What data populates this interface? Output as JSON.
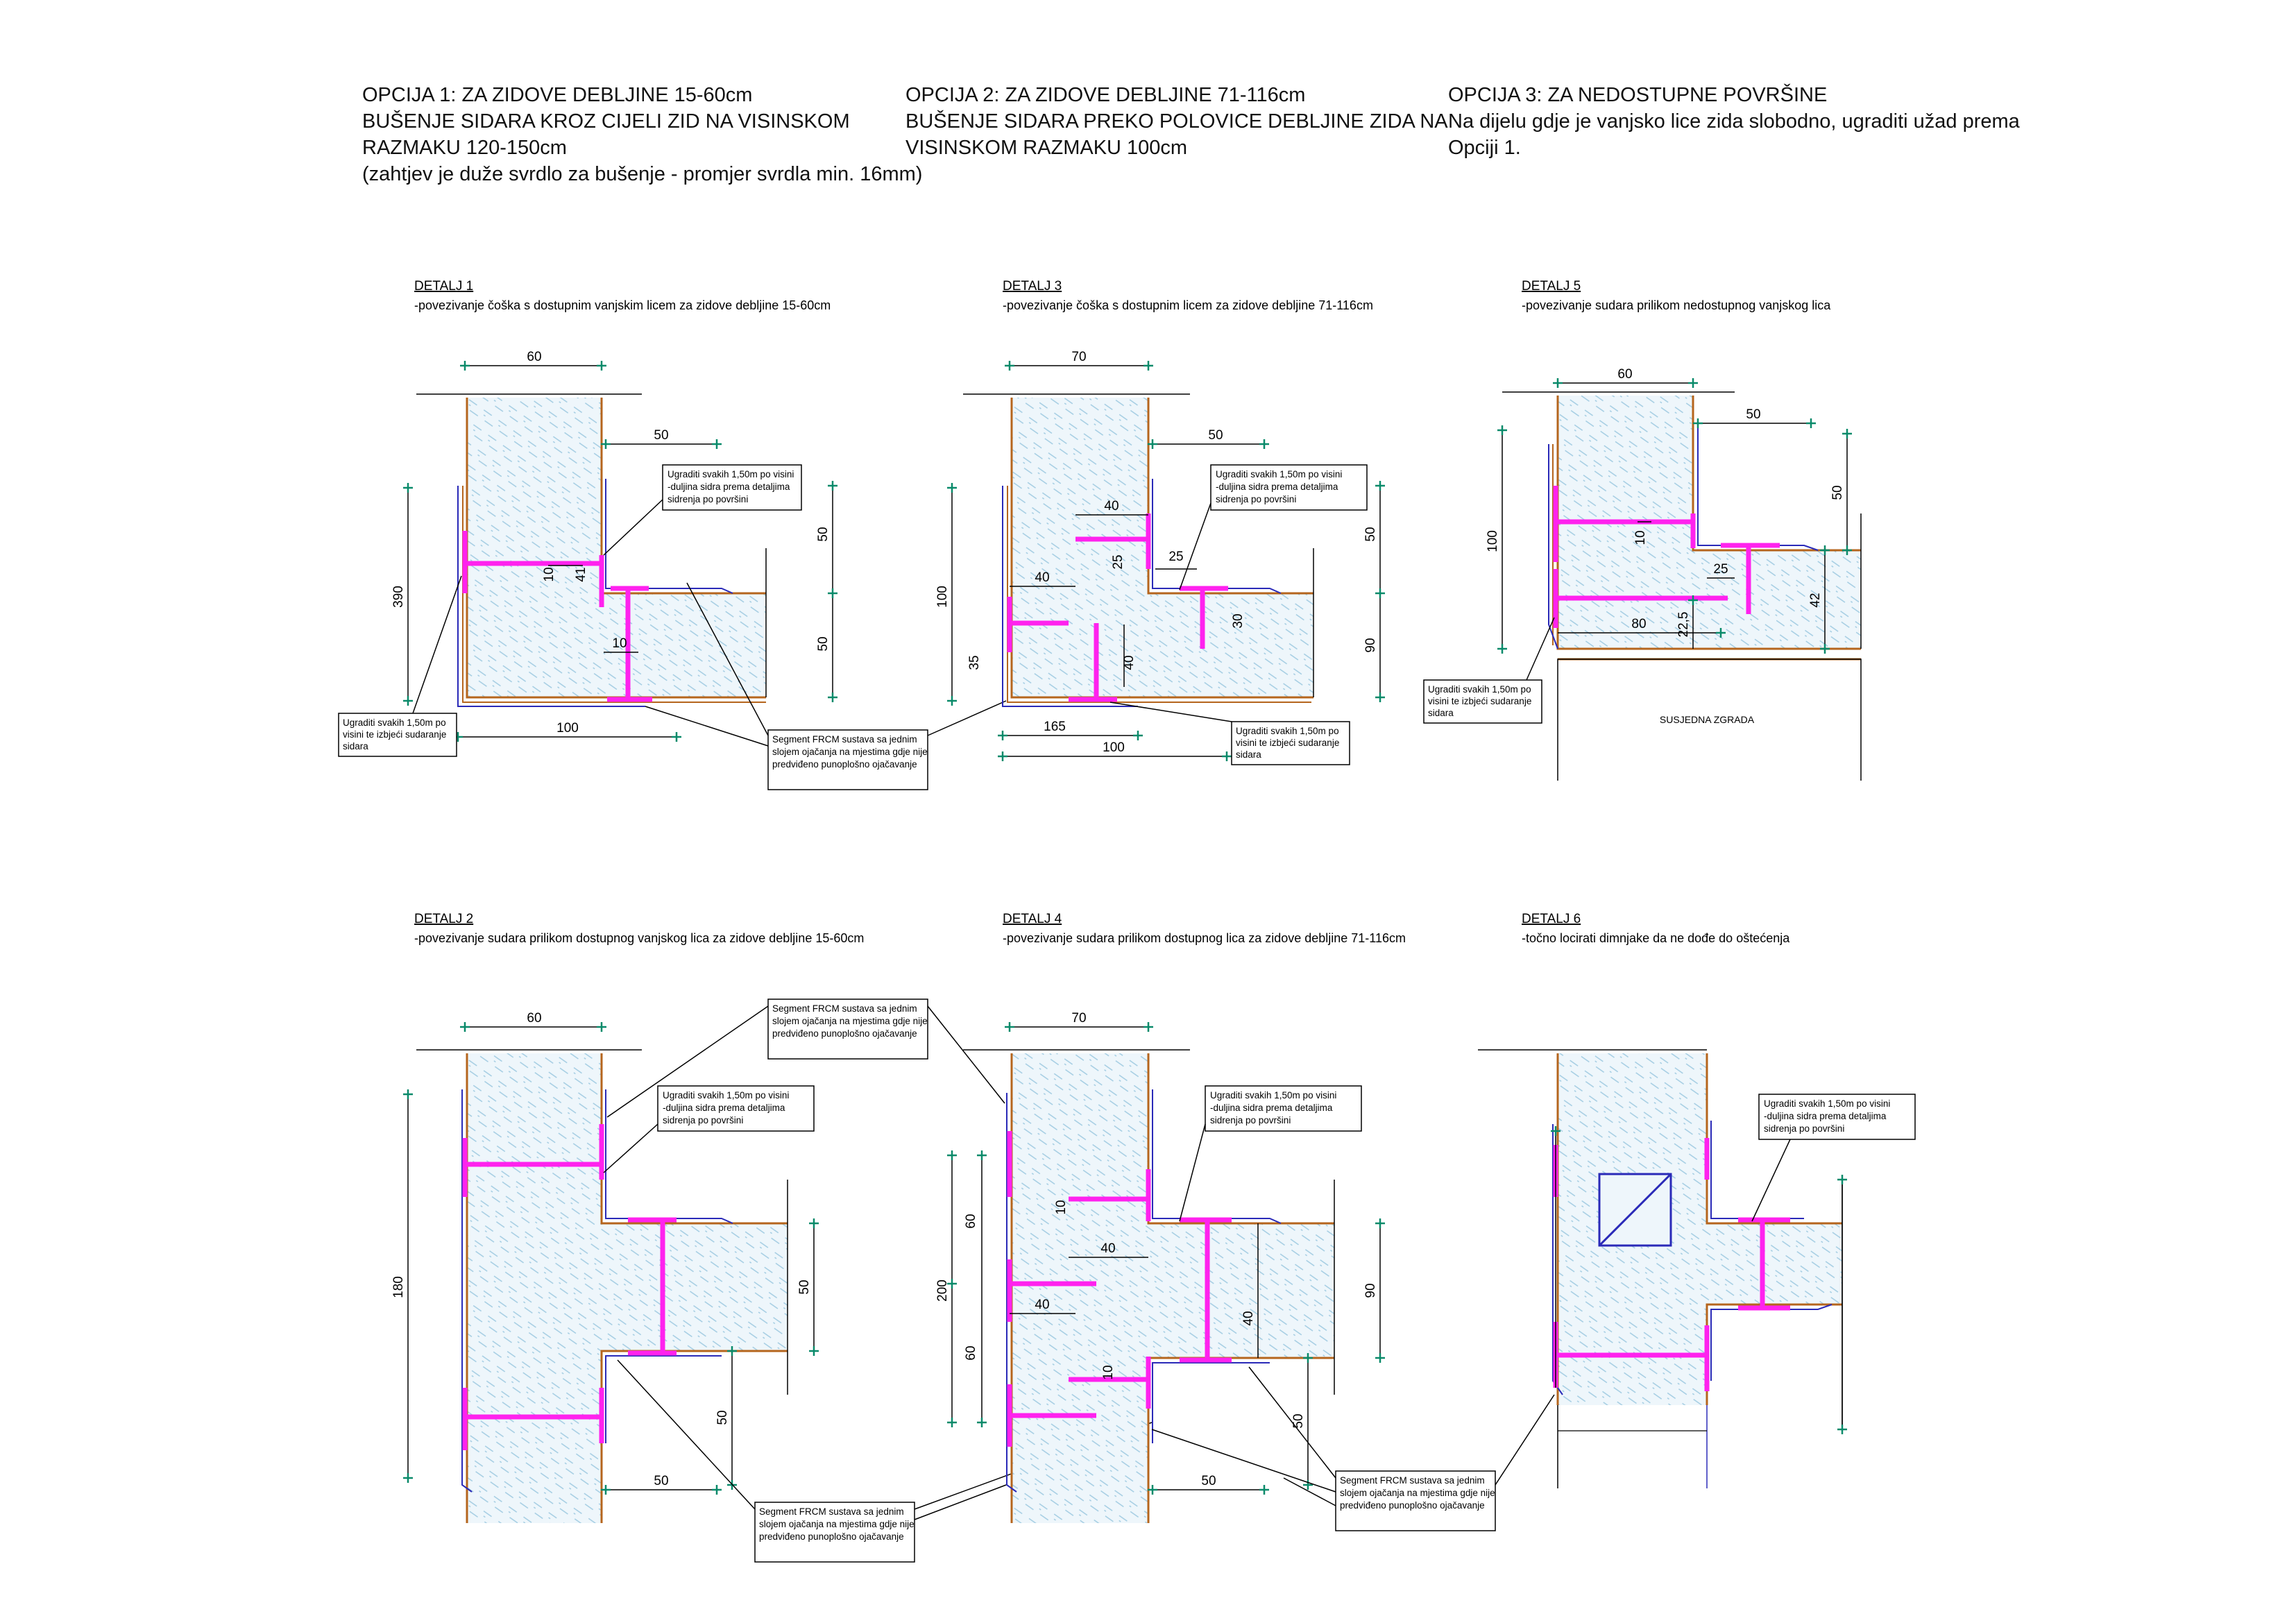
{
  "headers": [
    {
      "lines": [
        "OPCIJA 1: ZA ZIDOVE DEBLJINE 15-60cm",
        "BUŠENJE SIDARA KROZ CIJELI ZID NA VISINSKOM",
        "RAZMAKU 120-150cm",
        "(zahtjev je duže svrdlo za bušenje - promjer svrdla min. 16mm)"
      ]
    },
    {
      "lines": [
        "OPCIJA 2: ZA ZIDOVE DEBLJINE 71-116cm",
        "BUŠENJE SIDARA PREKO POLOVICE DEBLJINE ZIDA NA",
        "VISINSKOM RAZMAKU 100cm"
      ]
    },
    {
      "lines": [
        "OPCIJA 3: ZA NEDOSTUPNE POVRŠINE",
        "Na dijelu gdje je vanjsko lice zida slobodno, ugraditi užad prema",
        "Opciji 1."
      ]
    }
  ],
  "details": {
    "d1": {
      "title": "DETALJ 1",
      "subtitle": "-povezivanje čoška s dostupnim vanjskim licem za zidove debljine 15-60cm",
      "dims": [
        "60",
        "50",
        "390",
        "10",
        "41",
        "10",
        "50",
        "50",
        "100"
      ]
    },
    "d3": {
      "title": "DETALJ 3",
      "subtitle": "-povezivanje čoška s dostupnim licem za zidove debljine 71-116cm",
      "dims": [
        "70",
        "50",
        "40",
        "25",
        "25",
        "100",
        "40",
        "35",
        "40",
        "30",
        "50",
        "90",
        "165",
        "100"
      ]
    },
    "d5": {
      "title": "DETALJ 5",
      "subtitle": "-povezivanje sudara prilikom nedostupnog vanjskog lica",
      "dims": [
        "60",
        "50",
        "100",
        "10",
        "25",
        "50",
        "42",
        "80",
        "22,5"
      ],
      "neighbour": "SUSJEDNA ZGRADA"
    },
    "d2": {
      "title": "DETALJ 2",
      "subtitle": "-povezivanje sudara prilikom dostupnog vanjskog lica za zidove debljine 15-60cm",
      "dims": [
        "60",
        "180",
        "50",
        "50",
        "50"
      ]
    },
    "d4": {
      "title": "DETALJ 4",
      "subtitle": "-povezivanje sudara prilikom dostupnog lica za zidove debljine 71-116cm",
      "dims": [
        "70",
        "60",
        "10",
        "40",
        "40",
        "200",
        "60",
        "40",
        "10",
        "90",
        "50",
        "50"
      ]
    },
    "d6": {
      "title": "DETALJ 6",
      "subtitle": "-točno locirati dimnjake da ne dođe do oštećenja"
    }
  },
  "notes": {
    "anchor": [
      "Ugraditi svakih 1,50m po visini",
      "-duljina sidra prema detaljima",
      "sidrenja po površini"
    ],
    "avoid": [
      "Ugraditi svakih 1,50m po",
      "visini te izbjeći sudaranje",
      "sidara"
    ],
    "frcm": [
      "Segment FRCM sustava sa jednim",
      "slojem ojačanja na mjestima gdje nije",
      "predviđeno punoplošno ojačavanje"
    ]
  },
  "colors": {
    "hatch": "#9ecae1",
    "wall_fill": "#e9f4fb",
    "plaster": "#b5651d",
    "frcm": "#2a2ab8",
    "anchor": "#ff22ee",
    "dim_tick": "#0a8a6a",
    "line": "#000000"
  }
}
